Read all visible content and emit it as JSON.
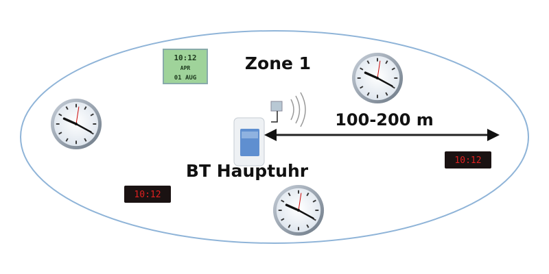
{
  "zone_label": "Zone 1",
  "master_clock_label": "BT Hauptuhr",
  "range_label": "100-200 m",
  "digital_displays": [
    {
      "time": "10:12"
    },
    {
      "time": "10:12"
    }
  ],
  "lcd_clock": {
    "time": "10:12",
    "line2": "APR",
    "line3": "01 AUG"
  },
  "colors": {
    "zone_outline": "#8fb4d8",
    "led_text": "#e02020",
    "lcd_bg": "#9fd39a"
  }
}
